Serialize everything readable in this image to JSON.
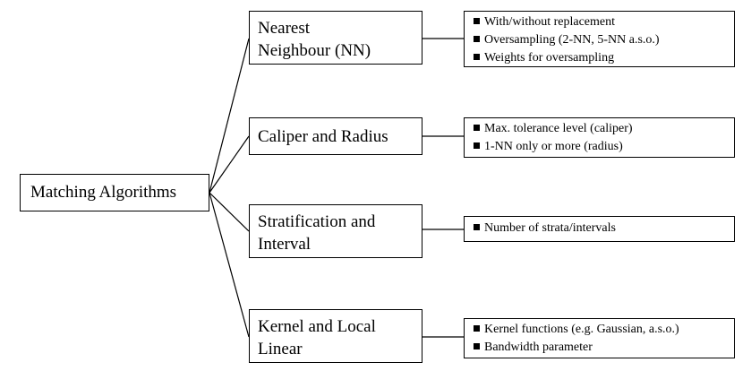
{
  "root": {
    "label": "Matching Algorithms"
  },
  "algorithms": [
    {
      "lines": [
        "Nearest",
        "Neighbour (NN)"
      ],
      "details": [
        "With/without replacement",
        "Oversampling (2-NN, 5-NN a.s.o.)",
        "Weights for oversampling"
      ]
    },
    {
      "lines": [
        "Caliper and Radius"
      ],
      "details": [
        "Max. tolerance level (caliper)",
        "1-NN only or more (radius)"
      ]
    },
    {
      "lines": [
        "Stratification and",
        "Interval"
      ],
      "details": [
        "Number of strata/intervals"
      ]
    },
    {
      "lines": [
        "Kernel and Local",
        "Linear"
      ],
      "details": [
        "Kernel functions (e.g. Gaussian, a.s.o.)",
        "Bandwidth parameter"
      ]
    }
  ]
}
